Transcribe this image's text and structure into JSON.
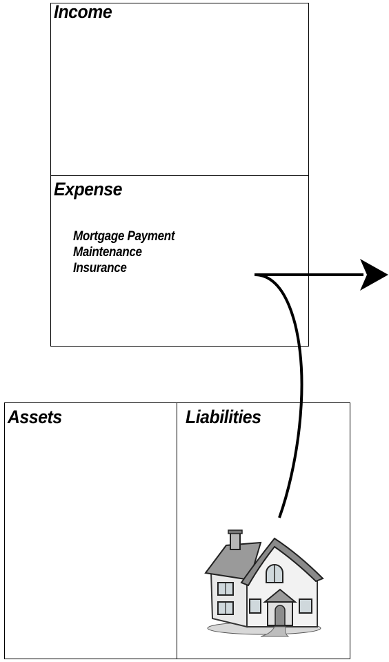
{
  "income": {
    "title": "Income"
  },
  "expense": {
    "title": "Expense",
    "items": [
      "Mortgage Payment",
      "Maintenance",
      "Insurance"
    ]
  },
  "assets": {
    "title": "Assets"
  },
  "liabilities": {
    "title": "Liabilities"
  },
  "illustration": {
    "icon": "house-icon"
  }
}
